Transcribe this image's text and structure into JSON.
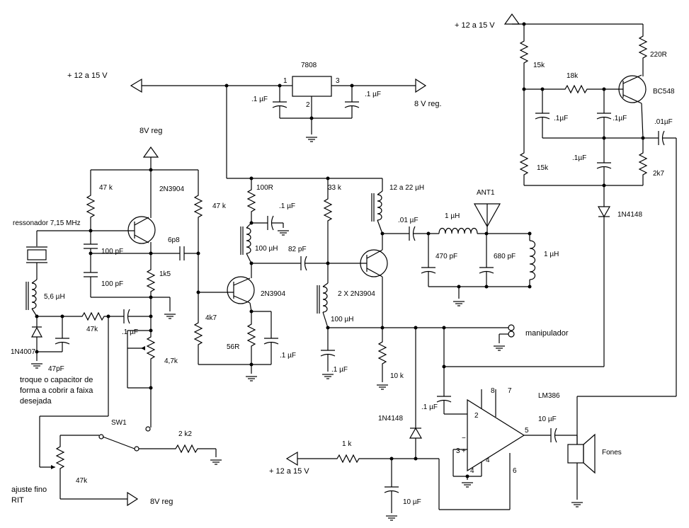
{
  "rails": {
    "supply_in": "+ 12 a 15 V",
    "supply_top_right": "+ 12 a 15 V",
    "supply_bottom": "+ 12 a 15 V",
    "reg_out": "8 V reg.",
    "vfo_supply": "8V reg",
    "rit_supply": "8V reg"
  },
  "regulator": {
    "name": "7808",
    "pin1": "1",
    "pin2": "2",
    "pin3": "3",
    "c_in": ".1 µF",
    "c_out": ".1 µF"
  },
  "vfo": {
    "resonator": "ressonador 7,15 MHz",
    "r_bias1": "47 k",
    "r_bias2": "47 k",
    "transistor": "2N3904",
    "c_fb1": "100 pF",
    "c_fb2": "100 pF",
    "c_couple": "6p8",
    "r_emitter": "1k5",
    "inductor": "5,6 µH",
    "varicap": "1N4007",
    "c_var": "47pF",
    "r_rit": "47k",
    "c_rit": ".1 µF",
    "pot_rit": "4,7k",
    "note": [
      "troque  o capacitor de",
      "forma a cobrir a faixa",
      "desejada"
    ]
  },
  "rit": {
    "switch": "SW1",
    "r_sw": "2 k2",
    "pot": "47k",
    "label": [
      "ajuste fino",
      "RIT"
    ]
  },
  "buffer": {
    "r_col": "100R",
    "c_col": ".1 µF",
    "l_col": "100 µH",
    "c_couple": "82 pF",
    "transistor": "2N3904",
    "r_base": "4k7",
    "r_emit": "56R",
    "c_emit": ".1 µF"
  },
  "pa": {
    "r_base": "33 k",
    "l_base": "100 µH",
    "c_base": ".1 µF",
    "transistor": "2 X 2N3904",
    "l_col": "12 a 22 µH",
    "r_emit": "10 k",
    "key": "manipulador"
  },
  "filter": {
    "c_out": ".01 µF",
    "l1": "1 µH",
    "c1": "470 pF",
    "c2": "680 pF",
    "l2": "1 µH",
    "antenna": "ANT1"
  },
  "sidetone": {
    "r1": "15k",
    "r2": "15k",
    "r_fb": "18k",
    "r_col": "220R",
    "transistor": "BC548",
    "c1": ".1µF",
    "c2": ".1µF",
    "c3": ".1µF",
    "r_emit": "2k7",
    "c_out": ".01µF",
    "diode": "1N4148"
  },
  "audio": {
    "ic": "LM386",
    "c_in": ".1 µF",
    "diode": "1N4148",
    "r_supply": "1 k",
    "c_supply": "10 µF",
    "c_out": "10 µF",
    "phones": "Fones",
    "pin2": "2",
    "pin3": "3",
    "pin4": "4",
    "pin5": "5",
    "pin6": "6",
    "pin7": "7",
    "pin8": "8",
    "pin_4": "4"
  }
}
